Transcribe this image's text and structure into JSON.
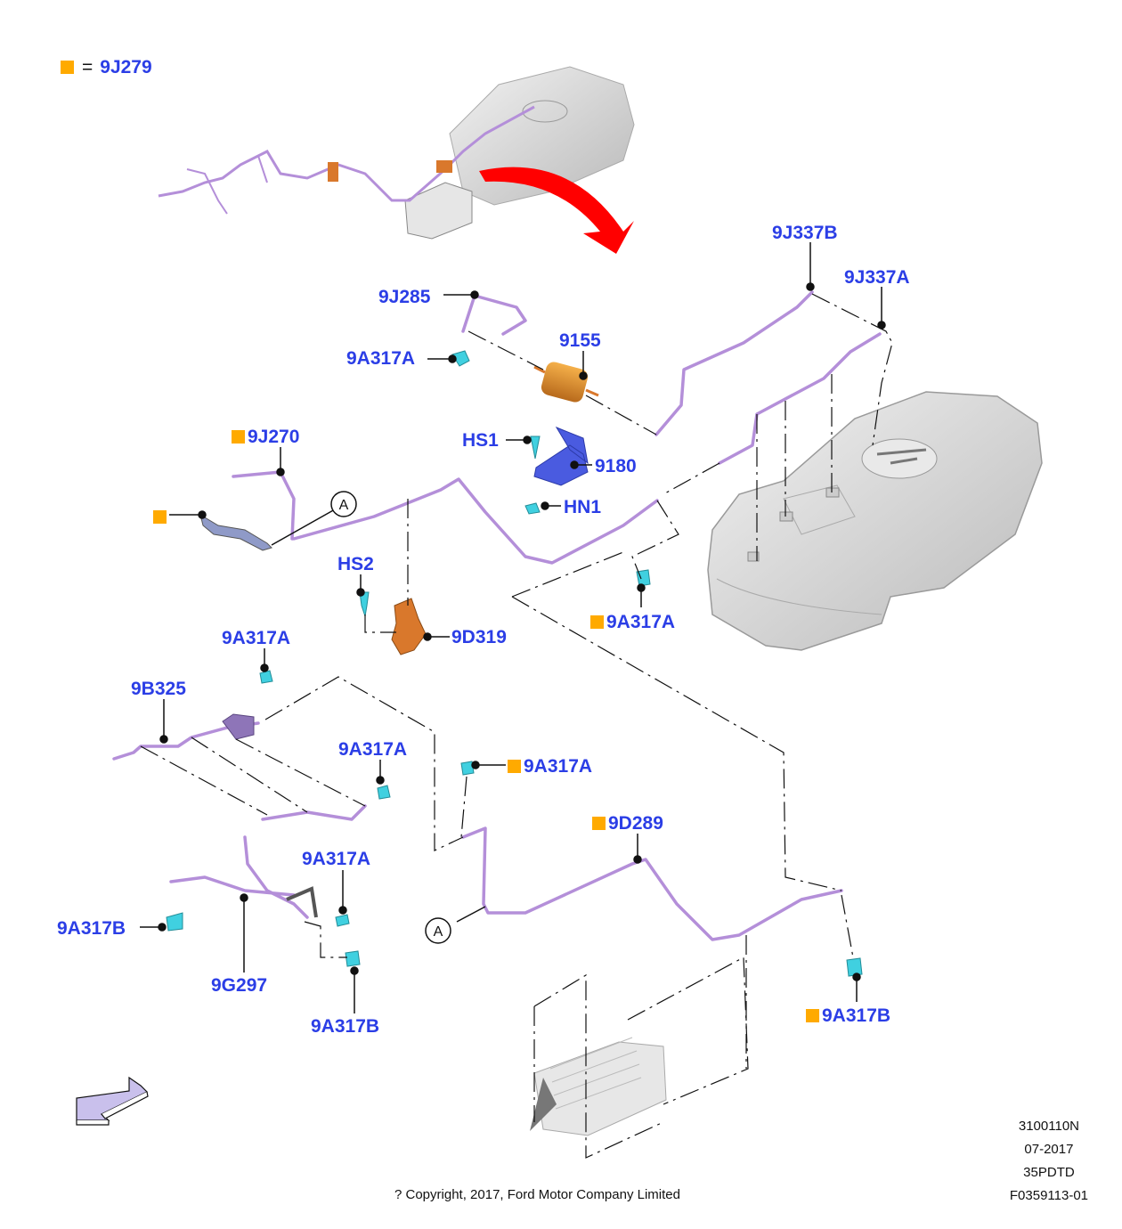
{
  "legend": {
    "marker_color": "#ffaa00",
    "equals": "=",
    "part": "9J279"
  },
  "colors": {
    "callout_text": "#2b3ee6",
    "marker": "#ffaa00",
    "tube": "#b48fd9",
    "clip": "#40d0e0",
    "bracket_orange": "#d9782c",
    "bracket_blue": "#4a5be0",
    "tank": "#d8d8d8",
    "arrow_red": "#ff0000",
    "direction_arrow": "#c9c0ec"
  },
  "callouts": [
    {
      "id": "9J337B",
      "text": "9J337B",
      "marked": false
    },
    {
      "id": "9J337A",
      "text": "9J337A",
      "marked": false
    },
    {
      "id": "9J285",
      "text": "9J285",
      "marked": false
    },
    {
      "id": "9A317A-top",
      "text": "9A317A",
      "marked": false
    },
    {
      "id": "9155",
      "text": "9155",
      "marked": false
    },
    {
      "id": "HS1",
      "text": "HS1",
      "marked": false
    },
    {
      "id": "9180",
      "text": "9180",
      "marked": false
    },
    {
      "id": "HN1",
      "text": "HN1",
      "marked": false
    },
    {
      "id": "9J270",
      "text": "9J270",
      "marked": true
    },
    {
      "id": "marker-only",
      "text": "",
      "marked": true
    },
    {
      "id": "HS2",
      "text": "HS2",
      "marked": false
    },
    {
      "id": "9D319",
      "text": "9D319",
      "marked": false
    },
    {
      "id": "9A317A-tank",
      "text": "9A317A",
      "marked": true
    },
    {
      "id": "9A317A-left1",
      "text": "9A317A",
      "marked": false
    },
    {
      "id": "9B325",
      "text": "9B325",
      "marked": false
    },
    {
      "id": "9A317A-left2",
      "text": "9A317A",
      "marked": false
    },
    {
      "id": "9A317A-mid",
      "text": "9A317A",
      "marked": true
    },
    {
      "id": "9D289",
      "text": "9D289",
      "marked": true
    },
    {
      "id": "9A317A-left3",
      "text": "9A317A",
      "marked": false
    },
    {
      "id": "9A317B-left",
      "text": "9A317B",
      "marked": false
    },
    {
      "id": "9G297",
      "text": "9G297",
      "marked": false
    },
    {
      "id": "9A317B-bottom",
      "text": "9A317B",
      "marked": false
    },
    {
      "id": "9A317B-right",
      "text": "9A317B",
      "marked": true
    }
  ],
  "reference_marks": {
    "circle_a": "A"
  },
  "meta": {
    "code": "3100110N",
    "date": "07-2017",
    "ref": "35PDTD",
    "figure": "F0359113-01"
  },
  "copyright": "? Copyright, 2017, Ford Motor Company Limited"
}
